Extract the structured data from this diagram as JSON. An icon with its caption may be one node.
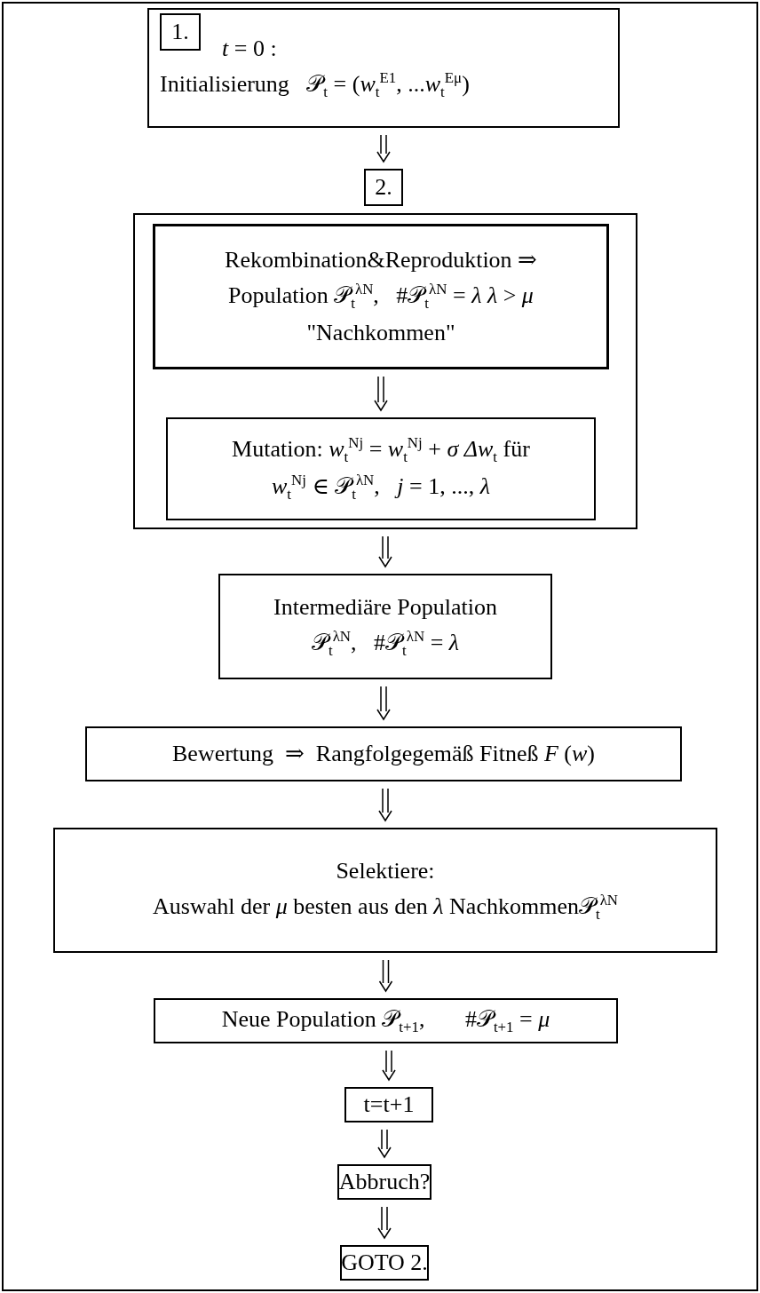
{
  "diagram": {
    "nodes": [
      {
        "text": [
          "*t* = 0 :",
          "Initialisierung   𝒫$_{t}$ = (*w*$_{t}$$^{E1}$, ...*w*$_{t}$$^{Eμ}$)"
        ]
      },
      {
        "text": [
          "1."
        ],
        "in": 0
      },
      {
        "text": [
          "2."
        ]
      },
      {
        "text": [],
        "shape": "box"
      },
      {
        "text": [
          "Rekombination&Reproduktion ⇒ Population 𝒫$_{t}$$^{λN}$,   #𝒫$_{t}$$^{λN}$ = *λ* *λ* > *μ* \"Nachkommen\""
        ],
        "in": 3
      },
      {
        "text": [
          "Mutation: *w*$_{t}$$^{Nj}$ = *w*$_{t}$$^{Nj}$ + *σ* *Δw*$_{t}$ für *w*$_{t}$$^{Nj}$ ∈ 𝒫$_{t}$$^{λN}$,   *j* = 1, ..., *λ*"
        ],
        "in": 3
      },
      {
        "text": [
          "Intermediäre Population 𝒫$_{t}$$^{λN}$,   #𝒫$_{t}$$^{λN}$ = *λ*"
        ]
      },
      {
        "text": [
          "Bewertung  ⇒  Rangfolgegemäß Fitneß *F* (*w*)"
        ]
      },
      {
        "text": [
          "Selektiere:",
          "Auswahl der *μ* besten aus den *λ* Nachkommen𝒫$_{t}$$^{λN}$"
        ]
      },
      {
        "text": [
          "Neue Population 𝒫$_{t+1}$,       #𝒫$_{t+1}$ = *μ*"
        ]
      },
      {
        "text": [
          "t=t+1"
        ]
      },
      {
        "text": [
          "Abbruch?"
        ]
      },
      {
        "text": [
          "GOTO 2."
        ]
      }
    ],
    "edges": [
      {
        "from": 0,
        "to": 2,
        "arrow": "to"
      },
      {
        "from": 4,
        "to": 5,
        "arrow": "to"
      },
      {
        "from": 3,
        "to": 6,
        "arrow": "to"
      },
      {
        "from": 6,
        "to": 7,
        "arrow": "to"
      },
      {
        "from": 7,
        "to": 8,
        "arrow": "to"
      },
      {
        "from": 8,
        "to": 9,
        "arrow": "to"
      },
      {
        "from": 9,
        "to": 10,
        "arrow": "to"
      },
      {
        "from": 10,
        "to": 11,
        "arrow": "to"
      },
      {
        "from": 11,
        "to": 12,
        "arrow": "to"
      }
    ]
  }
}
